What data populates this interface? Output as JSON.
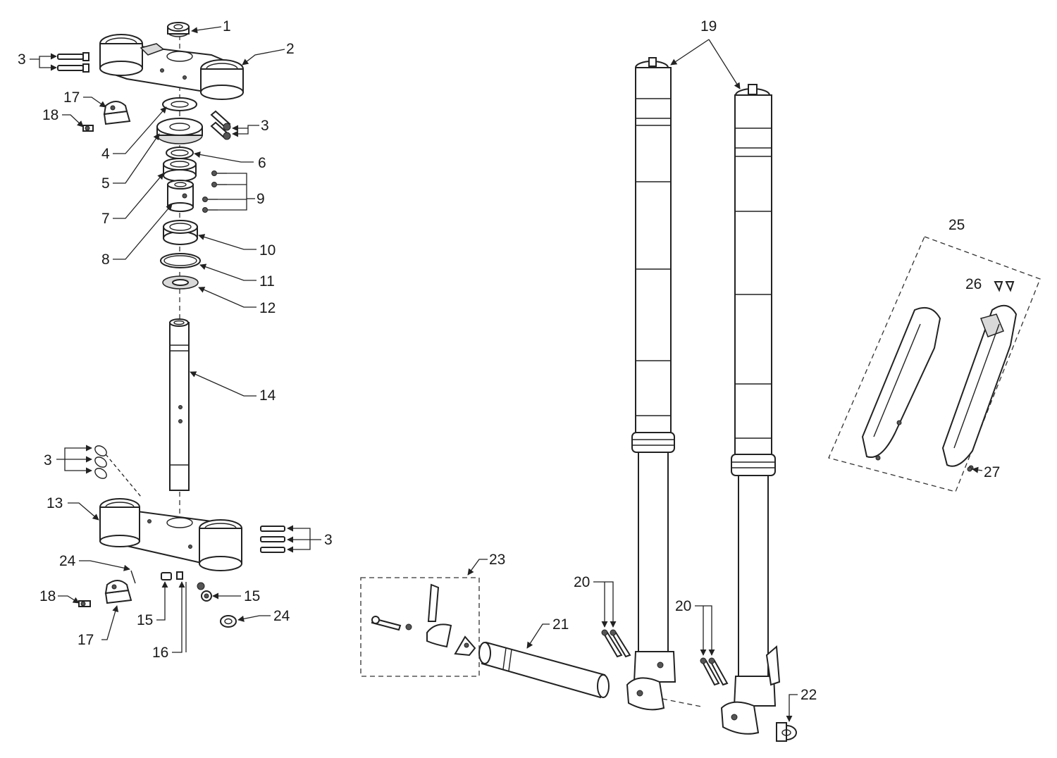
{
  "diagram": {
    "callouts": {
      "c1": "1",
      "c2": "2",
      "c3a": "3",
      "c3b": "3",
      "c3c": "3",
      "c3d": "3",
      "c4": "4",
      "c5": "5",
      "c6": "6",
      "c7": "7",
      "c8": "8",
      "c9": "9",
      "c10": "10",
      "c11": "11",
      "c12": "12",
      "c13": "13",
      "c14": "14",
      "c15a": "15",
      "c15b": "15",
      "c16": "16",
      "c17a": "17",
      "c17b": "17",
      "c18a": "18",
      "c18b": "18",
      "c19": "19",
      "c20a": "20",
      "c20b": "20",
      "c21": "21",
      "c22": "22",
      "c23": "23",
      "c24a": "24",
      "c24b": "24",
      "c25": "25",
      "c26": "26",
      "c27": "27"
    }
  }
}
